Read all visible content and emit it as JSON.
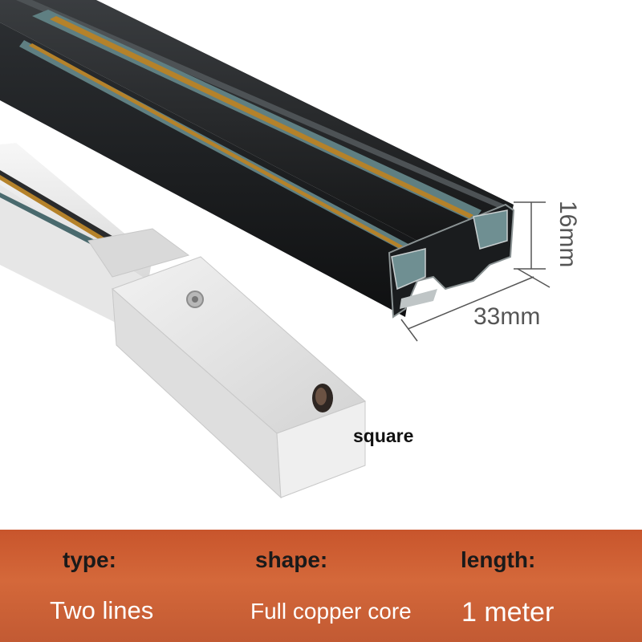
{
  "dimensions": {
    "height": "16mm",
    "width": "33mm"
  },
  "caption": "square",
  "specs": [
    {
      "label": "type:",
      "value": "Two lines"
    },
    {
      "label": "shape:",
      "value": "Full copper core"
    },
    {
      "label": "length:",
      "value": "1 meter"
    }
  ],
  "colors": {
    "band": "#c95b30",
    "black_track": "#1b1d1f",
    "white_track": "#eeeeee",
    "insulator": "#5f7f82",
    "copper": "#b5822a"
  }
}
